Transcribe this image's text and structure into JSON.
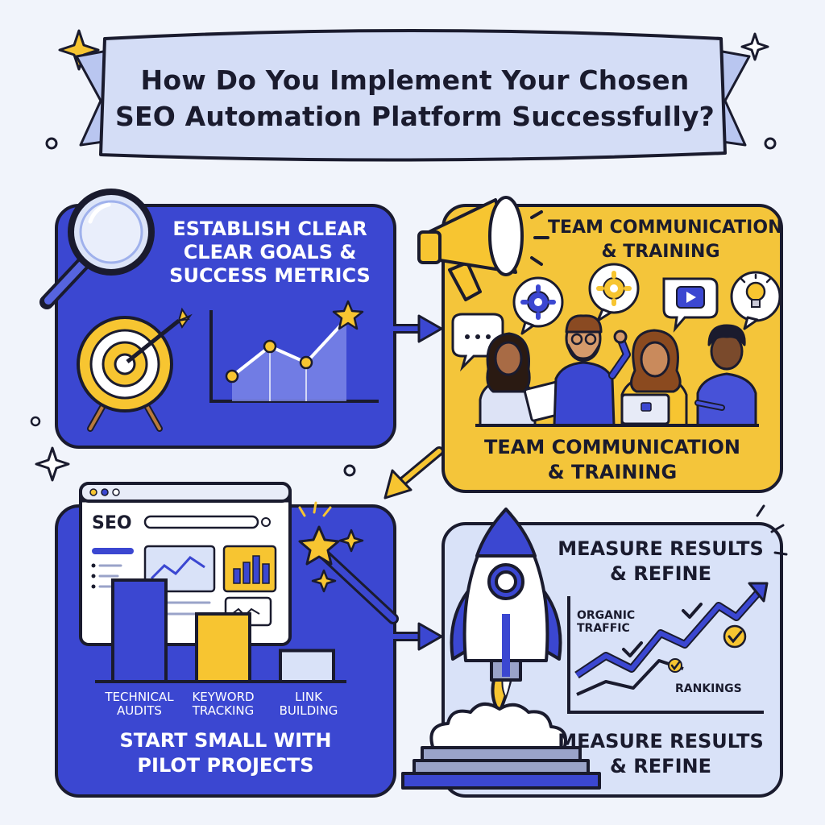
{
  "title": {
    "line1": "How Do You Implement Your Chosen",
    "line2": "SEO Automation Platform Successfully?"
  },
  "panels": {
    "goals": {
      "title_lines": [
        "Establish Clear",
        "Clear Goals &",
        "Success Metrics"
      ]
    },
    "team": {
      "header_lines": [
        "Team Communication",
        "& Training"
      ],
      "footer_lines": [
        "Team Communication",
        "& Training"
      ]
    },
    "pilot": {
      "browser_label": "SEO",
      "bars": [
        {
          "label_lines": [
            "Technical",
            "Audits"
          ],
          "value": 0.72
        },
        {
          "label_lines": [
            "Keyword",
            "Tracking"
          ],
          "value": 0.48
        },
        {
          "label_lines": [
            "Link",
            "Building"
          ],
          "value": 0.22
        }
      ],
      "title_lines": [
        "Start Small With",
        "Pilot Projects"
      ]
    },
    "measure": {
      "header_lines": [
        "Measure Results",
        "& Refine"
      ],
      "chart_labels": {
        "organic_lines": [
          "Organic",
          "Traffic"
        ],
        "rankings": "Rankings"
      },
      "footer_lines": [
        "Measure Results",
        "& Refine"
      ]
    }
  },
  "colors": {
    "background": "#f1f4fb",
    "blue_panel": "#3b47d1",
    "yellow_panel": "#f4c53a",
    "light_panel": "#d9e2f8",
    "banner": "#d4ddf6",
    "outline": "#1a1b2e",
    "accent_yellow": "#f7c531"
  },
  "icons": [
    "magnifier-icon",
    "target-icon",
    "star-icon",
    "megaphone-icon",
    "gear-icon",
    "video-icon",
    "lightbulb-icon",
    "chat-icon",
    "browser-window-icon",
    "magic-wand-icon",
    "rocket-icon",
    "checkmark-icon",
    "sparkle-icon"
  ]
}
